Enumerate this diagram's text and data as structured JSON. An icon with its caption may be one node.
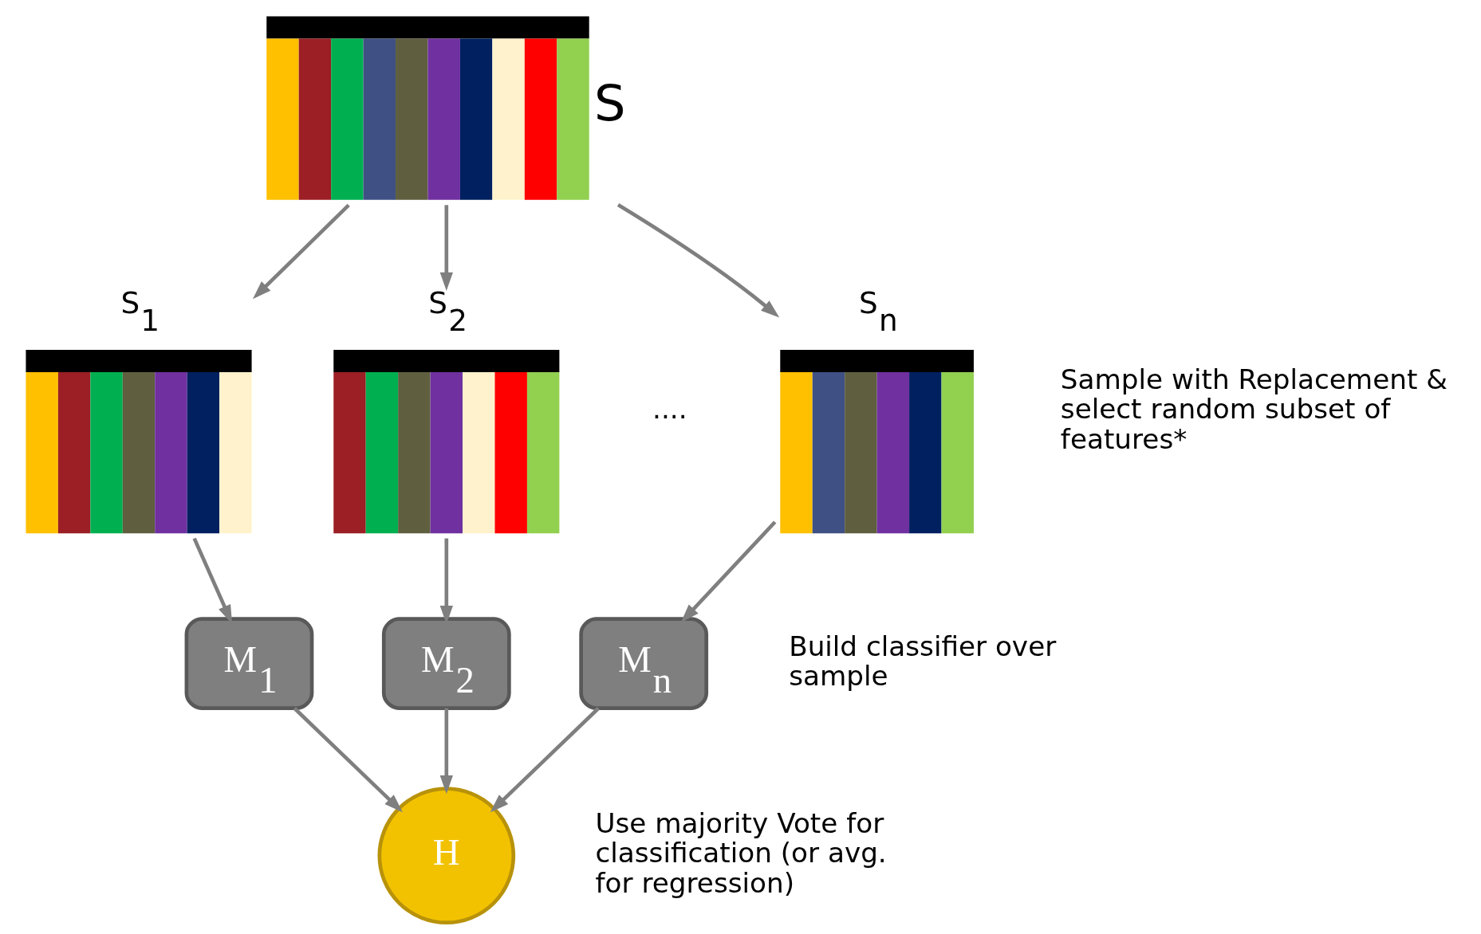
{
  "diagram": {
    "nodes": [
      {
        "text": [],
        "shape": "table",
        "beside": [
          "S"
        ]
      },
      {
        "text": [],
        "shape": "table",
        "beside": [
          "S$_{1}$"
        ]
      },
      {
        "text": [],
        "shape": "table",
        "beside": [
          "S$_{2}$"
        ]
      },
      {
        "text": [],
        "shape": "table",
        "beside": [
          "S$_{n}$"
        ]
      },
      {
        "text": [
          "M$_{1}$"
        ]
      },
      {
        "text": [
          "M$_{2}$"
        ]
      },
      {
        "text": [
          "M$_{n}$"
        ]
      },
      {
        "text": [
          "H"
        ]
      }
    ],
    "edges": [
      {
        "from": 0,
        "to": 1,
        "arrow": "to"
      },
      {
        "from": 0,
        "to": 2,
        "arrow": "to"
      },
      {
        "from": 0,
        "to": 3,
        "arrow": "to"
      },
      {
        "from": 1,
        "to": 4,
        "arrow": "to"
      },
      {
        "from": 2,
        "to": 5,
        "arrow": "to"
      },
      {
        "from": 3,
        "to": 6,
        "arrow": "to"
      },
      {
        "from": 4,
        "to": 7,
        "arrow": "to"
      },
      {
        "from": 5,
        "to": 7,
        "arrow": "to"
      },
      {
        "from": 6,
        "to": 7,
        "arrow": "to"
      }
    ],
    "labels": [
      "....",
      "Sample with Replacement & select random subset of features*",
      "Build classifier over sample",
      "Use majority Vote for classification (or avg. for regression)"
    ]
  }
}
